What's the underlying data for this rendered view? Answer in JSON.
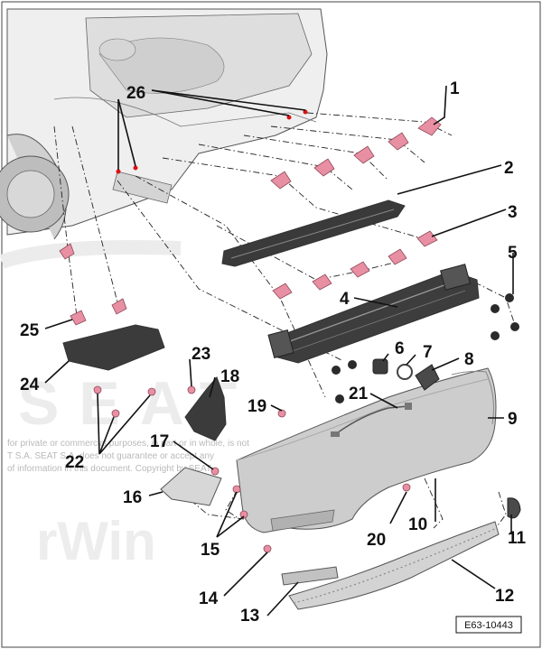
{
  "diagram": {
    "reference": "E63-10443",
    "watermark_lines": [
      "for private or commercial purposes, in part or in whole, is not",
      "T S.A. SEAT S.A. does not guarantee or accept any",
      "of information in this document. Copyright by SEAT"
    ],
    "watermark_brand": "SEAT",
    "watermark_logo": "rWin",
    "part_numbers": [
      "1",
      "2",
      "3",
      "4",
      "5",
      "6",
      "7",
      "8",
      "9",
      "10",
      "11",
      "12",
      "13",
      "14",
      "15",
      "16",
      "17",
      "18",
      "19",
      "20",
      "21",
      "22",
      "23",
      "24",
      "25",
      "26"
    ]
  },
  "colors": {
    "clip": "#e98fa3",
    "bumper": "#c9c9c9",
    "line": "#111111"
  },
  "icons": [
    "clip-icon",
    "screw-icon",
    "bolt-icon"
  ]
}
